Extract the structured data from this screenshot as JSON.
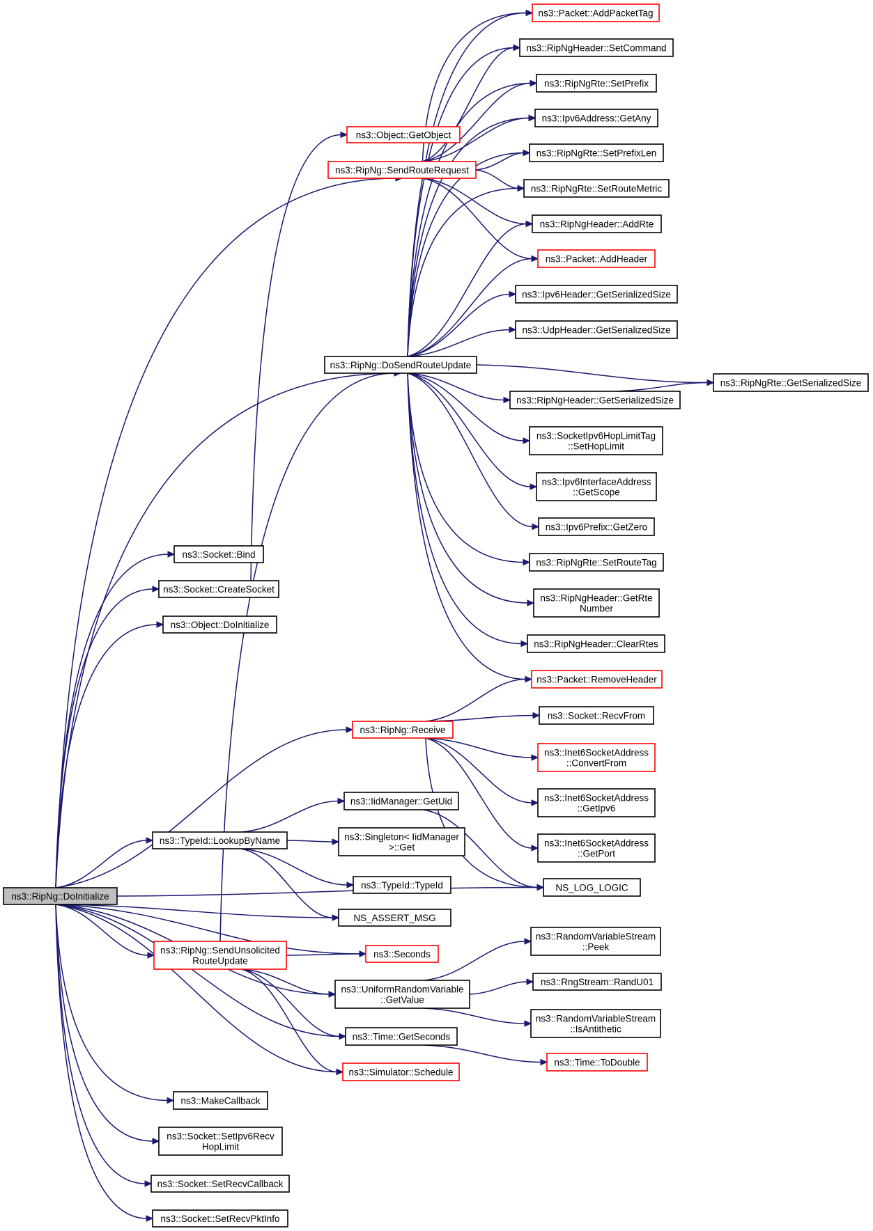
{
  "colors": {
    "edge": "#191970",
    "box_border_default": "#000000",
    "box_border_highlight": "#ff0000",
    "root_fill": "#bfbfbf",
    "node_fill": "#ffffff"
  },
  "nodes": [
    {
      "id": "doinit",
      "lines": [
        "ns3::RipNg::DoInitialize"
      ],
      "style": "root"
    },
    {
      "id": "addpackettag",
      "lines": [
        "ns3::Packet::AddPacketTag"
      ],
      "style": "red"
    },
    {
      "id": "setcommand",
      "lines": [
        "ns3::RipNgHeader::SetCommand"
      ],
      "style": "black"
    },
    {
      "id": "setprefix",
      "lines": [
        "ns3::RipNgRte::SetPrefix"
      ],
      "style": "black"
    },
    {
      "id": "getany",
      "lines": [
        "ns3::Ipv6Address::GetAny"
      ],
      "style": "black"
    },
    {
      "id": "getobject",
      "lines": [
        "ns3::Object::GetObject"
      ],
      "style": "red"
    },
    {
      "id": "sendroutereq",
      "lines": [
        "ns3::RipNg::SendRouteRequest"
      ],
      "style": "red"
    },
    {
      "id": "setprefixlen",
      "lines": [
        "ns3::RipNgRte::SetPrefixLen"
      ],
      "style": "black"
    },
    {
      "id": "setroutemetric",
      "lines": [
        "ns3::RipNgRte::SetRouteMetric"
      ],
      "style": "black"
    },
    {
      "id": "addrte",
      "lines": [
        "ns3::RipNgHeader::AddRte"
      ],
      "style": "black"
    },
    {
      "id": "addheader",
      "lines": [
        "ns3::Packet::AddHeader"
      ],
      "style": "red"
    },
    {
      "id": "ipv6hdrsize",
      "lines": [
        "ns3::Ipv6Header::GetSerializedSize"
      ],
      "style": "black"
    },
    {
      "id": "udphdrsize",
      "lines": [
        "ns3::UdpHeader::GetSerializedSize"
      ],
      "style": "black"
    },
    {
      "id": "dosendrouteupd",
      "lines": [
        "ns3::RipNg::DoSendRouteUpdate"
      ],
      "style": "black"
    },
    {
      "id": "rterteserial",
      "lines": [
        "ns3::RipNgRte::GetSerializedSize"
      ],
      "style": "black"
    },
    {
      "id": "riphdrserial",
      "lines": [
        "ns3::RipNgHeader::GetSerializedSize"
      ],
      "style": "black"
    },
    {
      "id": "sethoplimit",
      "lines": [
        "ns3::SocketIpv6HopLimitTag",
        "::SetHopLimit"
      ],
      "style": "black"
    },
    {
      "id": "getscope",
      "lines": [
        "ns3::Ipv6InterfaceAddress",
        "::GetScope"
      ],
      "style": "black"
    },
    {
      "id": "getzero",
      "lines": [
        "ns3::Ipv6Prefix::GetZero"
      ],
      "style": "black"
    },
    {
      "id": "setroutetag",
      "lines": [
        "ns3::RipNgRte::SetRouteTag"
      ],
      "style": "black"
    },
    {
      "id": "getrtenumber",
      "lines": [
        "ns3::RipNgHeader::GetRte",
        "Number"
      ],
      "style": "black"
    },
    {
      "id": "clearrtes",
      "lines": [
        "ns3::RipNgHeader::ClearRtes"
      ],
      "style": "black"
    },
    {
      "id": "removeheader",
      "lines": [
        "ns3::Packet::RemoveHeader"
      ],
      "style": "red"
    },
    {
      "id": "bind",
      "lines": [
        "ns3::Socket::Bind"
      ],
      "style": "black"
    },
    {
      "id": "createsocket",
      "lines": [
        "ns3::Socket::CreateSocket"
      ],
      "style": "black"
    },
    {
      "id": "objdoinit",
      "lines": [
        "ns3::Object::DoInitialize"
      ],
      "style": "black"
    },
    {
      "id": "receive",
      "lines": [
        "ns3::RipNg::Receive"
      ],
      "style": "red"
    },
    {
      "id": "recvfrom",
      "lines": [
        "ns3::Socket::RecvFrom"
      ],
      "style": "black"
    },
    {
      "id": "convertfrom",
      "lines": [
        "ns3::Inet6SocketAddress",
        "::ConvertFrom"
      ],
      "style": "red"
    },
    {
      "id": "getipv6",
      "lines": [
        "ns3::Inet6SocketAddress",
        "::GetIpv6"
      ],
      "style": "black"
    },
    {
      "id": "getport",
      "lines": [
        "ns3::Inet6SocketAddress",
        "::GetPort"
      ],
      "style": "black"
    },
    {
      "id": "getuid",
      "lines": [
        "ns3::IidManager::GetUid"
      ],
      "style": "black"
    },
    {
      "id": "lookupbyname",
      "lines": [
        "ns3::TypeId::LookupByName"
      ],
      "style": "black"
    },
    {
      "id": "singletonget",
      "lines": [
        "ns3::Singleton< IidManager",
        ">::Get"
      ],
      "style": "black"
    },
    {
      "id": "typeid",
      "lines": [
        "ns3::TypeId::TypeId"
      ],
      "style": "black"
    },
    {
      "id": "nslog",
      "lines": [
        "NS_LOG_LOGIC"
      ],
      "style": "black"
    },
    {
      "id": "nsassert",
      "lines": [
        "NS_ASSERT_MSG"
      ],
      "style": "black"
    },
    {
      "id": "sendunsol",
      "lines": [
        "ns3::RipNg::SendUnsolicited",
        "RouteUpdate"
      ],
      "style": "red"
    },
    {
      "id": "seconds",
      "lines": [
        "ns3::Seconds"
      ],
      "style": "red"
    },
    {
      "id": "peek",
      "lines": [
        "ns3::RandomVariableStream",
        "::Peek"
      ],
      "style": "black"
    },
    {
      "id": "getvalue",
      "lines": [
        "ns3::UniformRandomVariable",
        "::GetValue"
      ],
      "style": "black"
    },
    {
      "id": "randu01",
      "lines": [
        "ns3::RngStream::RandU01"
      ],
      "style": "black"
    },
    {
      "id": "isantithetic",
      "lines": [
        "ns3::RandomVariableStream",
        "::IsAntithetic"
      ],
      "style": "black"
    },
    {
      "id": "getseconds",
      "lines": [
        "ns3::Time::GetSeconds"
      ],
      "style": "black"
    },
    {
      "id": "todouble",
      "lines": [
        "ns3::Time::ToDouble"
      ],
      "style": "red"
    },
    {
      "id": "schedule",
      "lines": [
        "ns3::Simulator::Schedule"
      ],
      "style": "red"
    },
    {
      "id": "makecallback",
      "lines": [
        "ns3::MakeCallback"
      ],
      "style": "black"
    },
    {
      "id": "setipv6recv",
      "lines": [
        "ns3::Socket::SetIpv6Recv",
        "HopLimit"
      ],
      "style": "black"
    },
    {
      "id": "setrecvcb",
      "lines": [
        "ns3::Socket::SetRecvCallback"
      ],
      "style": "black"
    },
    {
      "id": "setrecvpkt",
      "lines": [
        "ns3::Socket::SetRecvPktInfo"
      ],
      "style": "black"
    }
  ],
  "edges": [
    [
      "doinit",
      "bind"
    ],
    [
      "doinit",
      "createsocket"
    ],
    [
      "doinit",
      "objdoinit"
    ],
    [
      "doinit",
      "sendroutereq"
    ],
    [
      "doinit",
      "dosendrouteupd"
    ],
    [
      "doinit",
      "receive"
    ],
    [
      "doinit",
      "nslog"
    ],
    [
      "doinit",
      "lookupbyname"
    ],
    [
      "doinit",
      "nsassert"
    ],
    [
      "doinit",
      "sendunsol"
    ],
    [
      "doinit",
      "seconds"
    ],
    [
      "doinit",
      "getvalue"
    ],
    [
      "doinit",
      "getseconds"
    ],
    [
      "doinit",
      "schedule"
    ],
    [
      "doinit",
      "makecallback"
    ],
    [
      "doinit",
      "setipv6recv"
    ],
    [
      "doinit",
      "setrecvcb"
    ],
    [
      "doinit",
      "setrecvpkt"
    ],
    [
      "createsocket",
      "getobject"
    ],
    [
      "sendroutereq",
      "addpackettag"
    ],
    [
      "sendroutereq",
      "setcommand"
    ],
    [
      "sendroutereq",
      "setprefix"
    ],
    [
      "sendroutereq",
      "getany"
    ],
    [
      "sendroutereq",
      "setprefixlen"
    ],
    [
      "sendroutereq",
      "setroutemetric"
    ],
    [
      "sendroutereq",
      "addrte"
    ],
    [
      "sendroutereq",
      "addheader"
    ],
    [
      "dosendrouteupd",
      "addpackettag"
    ],
    [
      "dosendrouteupd",
      "setcommand"
    ],
    [
      "dosendrouteupd",
      "setprefix"
    ],
    [
      "dosendrouteupd",
      "getany"
    ],
    [
      "dosendrouteupd",
      "setprefixlen"
    ],
    [
      "dosendrouteupd",
      "setroutemetric"
    ],
    [
      "dosendrouteupd",
      "addrte"
    ],
    [
      "dosendrouteupd",
      "addheader"
    ],
    [
      "dosendrouteupd",
      "ipv6hdrsize"
    ],
    [
      "dosendrouteupd",
      "udphdrsize"
    ],
    [
      "dosendrouteupd",
      "rterteserial"
    ],
    [
      "dosendrouteupd",
      "riphdrserial"
    ],
    [
      "dosendrouteupd",
      "sethoplimit"
    ],
    [
      "dosendrouteupd",
      "getscope"
    ],
    [
      "dosendrouteupd",
      "getzero"
    ],
    [
      "dosendrouteupd",
      "setroutetag"
    ],
    [
      "dosendrouteupd",
      "getrtenumber"
    ],
    [
      "dosendrouteupd",
      "clearrtes"
    ],
    [
      "dosendrouteupd",
      "removeheader"
    ],
    [
      "riphdrserial",
      "rterteserial"
    ],
    [
      "receive",
      "removeheader"
    ],
    [
      "receive",
      "recvfrom"
    ],
    [
      "receive",
      "convertfrom"
    ],
    [
      "receive",
      "getipv6"
    ],
    [
      "receive",
      "getport"
    ],
    [
      "receive",
      "nslog"
    ],
    [
      "lookupbyname",
      "getuid"
    ],
    [
      "lookupbyname",
      "singletonget"
    ],
    [
      "lookupbyname",
      "typeid"
    ],
    [
      "lookupbyname",
      "nsassert"
    ],
    [
      "getuid",
      "nslog"
    ],
    [
      "sendunsol",
      "dosendrouteupd"
    ],
    [
      "sendunsol",
      "seconds"
    ],
    [
      "sendunsol",
      "getvalue"
    ],
    [
      "sendunsol",
      "getseconds"
    ],
    [
      "sendunsol",
      "schedule"
    ],
    [
      "getvalue",
      "peek"
    ],
    [
      "getvalue",
      "randu01"
    ],
    [
      "getvalue",
      "isantithetic"
    ],
    [
      "getseconds",
      "todouble"
    ]
  ]
}
